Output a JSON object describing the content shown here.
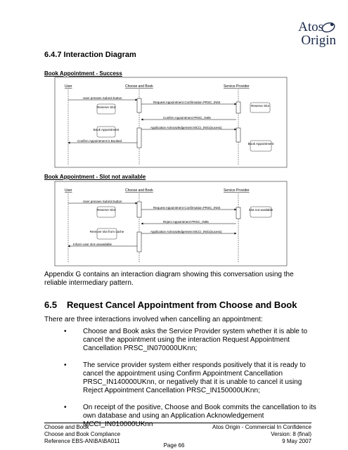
{
  "logo": {
    "word1": "Atos",
    "word2": "Origin"
  },
  "section_heading": "6.4.7  Interaction Diagram",
  "diagram1": {
    "title": "Book Appointment  - Success",
    "lifelines": [
      "User",
      "Choose and Book",
      "Service Provider"
    ],
    "messages": [
      "User presses Submit button",
      "Request Appointment Confirmation PRSC_IN04",
      "Confirm Appointment PRSC_IN05",
      "Application Acknowledgement MCCI_IN01(sucess)",
      "Confirm Appointment is Booked"
    ],
    "notes": [
      "Reserve Slot",
      "Reserve Slot",
      "Book Appointment",
      "Book Appointment"
    ]
  },
  "diagram2": {
    "title": "Book Appointment  - Slot not available",
    "lifelines": [
      "User",
      "Choose and Book",
      "Service Provider"
    ],
    "messages": [
      "User presses Submit button",
      "Request Appointment Confirmation PRSC_IN04",
      "Reject Appointment PRSC_IN06",
      "Application Acknowledgement MCCI_IN01(sucess)",
      "Inform user slot unavailable"
    ],
    "notes": [
      "Reserve Slot",
      "Slot not available",
      "Remove slot from cache"
    ]
  },
  "appendix_text": "Appendix G contains an interaction diagram showing this conversation using the reliable intermediary pattern.",
  "section2": {
    "number": "6.5",
    "title": "Request Cancel Appointment from Choose and Book"
  },
  "intro_text": "There are three interactions involved when cancelling an appointment:",
  "bullets": [
    "Choose and Book asks the Service Provider system whether it is able to cancel the appointment using the interaction Request Appointment Cancellation PRSC_IN070000UKnn;",
    "The service provider system either responds positively that it is ready to cancel the appointment using Confirm Appointment Cancellation PRSC_IN140000UKnn, or negatively that it is unable to cancel it using Reject Appointment Cancellation PRSC_IN150000UKnn;",
    "On receipt of the positive, Choose and Book commits the cancellation to its own database and using an Application Acknowledgement MCCI_IN010000UKnn"
  ],
  "footer": {
    "left1": "Choose and Book",
    "right1": "Atos Origin - Commercial In Confidence",
    "left2": "Choose and Book Compliance",
    "right2": "Version: 8 (final)",
    "left3": "Reference EBS-AN\\BA\\BA011",
    "right3": "9 May 2007",
    "page": "Page  66"
  }
}
